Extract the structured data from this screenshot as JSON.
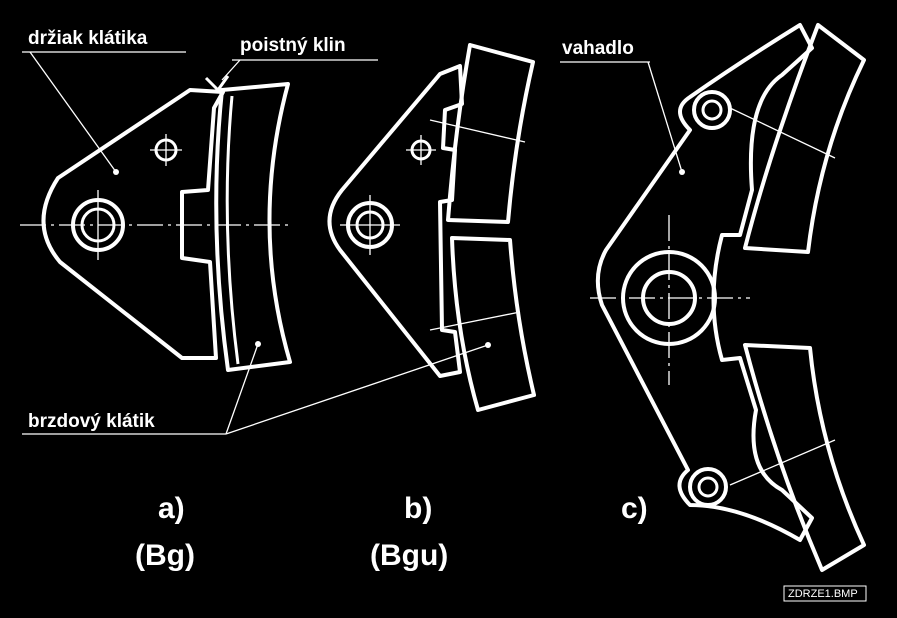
{
  "labels": {
    "holder": "držiak klátika",
    "wedge": "poistný klin",
    "rocker": "vahadlo",
    "shoe": "brzdový klátik"
  },
  "captions": {
    "a_letter": "a)",
    "a_code": "(Bg)",
    "b_letter": "b)",
    "b_code": "(Bgu)",
    "c_letter": "c)"
  },
  "file_tag": "ZDRZE1.BMP",
  "colors": {
    "background": "#000000",
    "lines": "#ffffff"
  }
}
